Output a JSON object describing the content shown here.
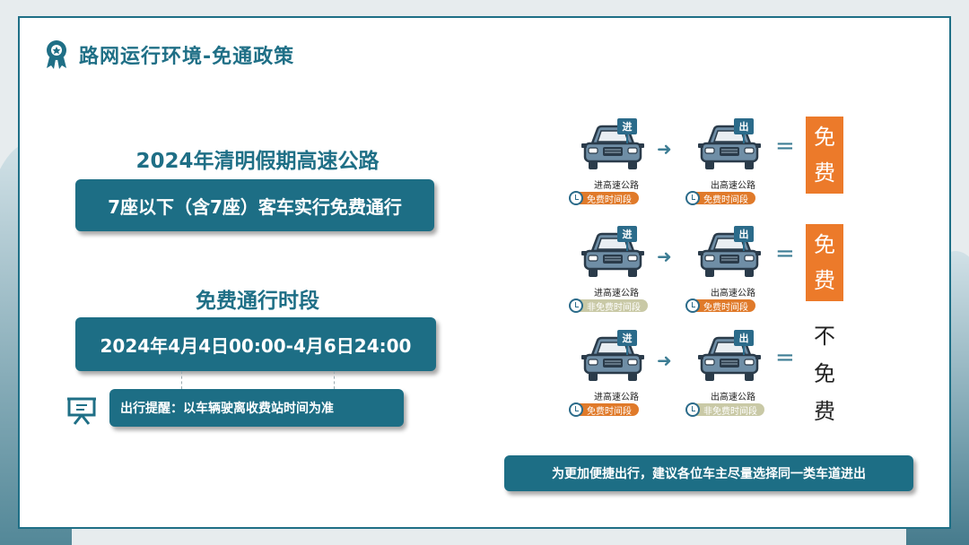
{
  "title": "路网运行环境-免通政策",
  "holiday_heading": "2024年清明假期高速公路",
  "policy_box": "7座以下（含7座）客车实行免费通行",
  "period_heading": "免费通行时段",
  "period_box": "2024年4月4日00:00-4月6日24:00",
  "reminder": "出行提醒：以车辆驶离收费站时间为准",
  "advice": "为更加便捷出行，建议各位车主尽量选择同一类车道进出",
  "scenarios": [
    {
      "entry": {
        "sign": "进",
        "label": "进高速公路",
        "pill": "免费时间段",
        "pill_type": "free"
      },
      "exit": {
        "sign": "出",
        "label": "出高速公路",
        "pill": "免费时间段",
        "pill_type": "free"
      },
      "result_chars": [
        "免",
        "费"
      ],
      "result_type": "free"
    },
    {
      "entry": {
        "sign": "进",
        "label": "进高速公路",
        "pill": "非免费时间段",
        "pill_type": "nonfree"
      },
      "exit": {
        "sign": "出",
        "label": "出高速公路",
        "pill": "免费时间段",
        "pill_type": "free"
      },
      "result_chars": [
        "免",
        "费"
      ],
      "result_type": "free"
    },
    {
      "entry": {
        "sign": "进",
        "label": "进高速公路",
        "pill": "免费时间段",
        "pill_type": "free"
      },
      "exit": {
        "sign": "出",
        "label": "出高速公路",
        "pill": "非免费时间段",
        "pill_type": "nonfree"
      },
      "result_chars": [
        "不",
        "免",
        "费"
      ],
      "result_type": "not"
    }
  ],
  "colors": {
    "teal": "#1d6e85",
    "orange": "#ec7a2a",
    "nonfree_pill": "#c9c9a6"
  },
  "icons": {
    "title": "award-ribbon-icon",
    "reminder": "presentation-board-icon",
    "clock": "clock-icon",
    "car": "car-front-icon",
    "arrow": "right-arrow-icon"
  }
}
